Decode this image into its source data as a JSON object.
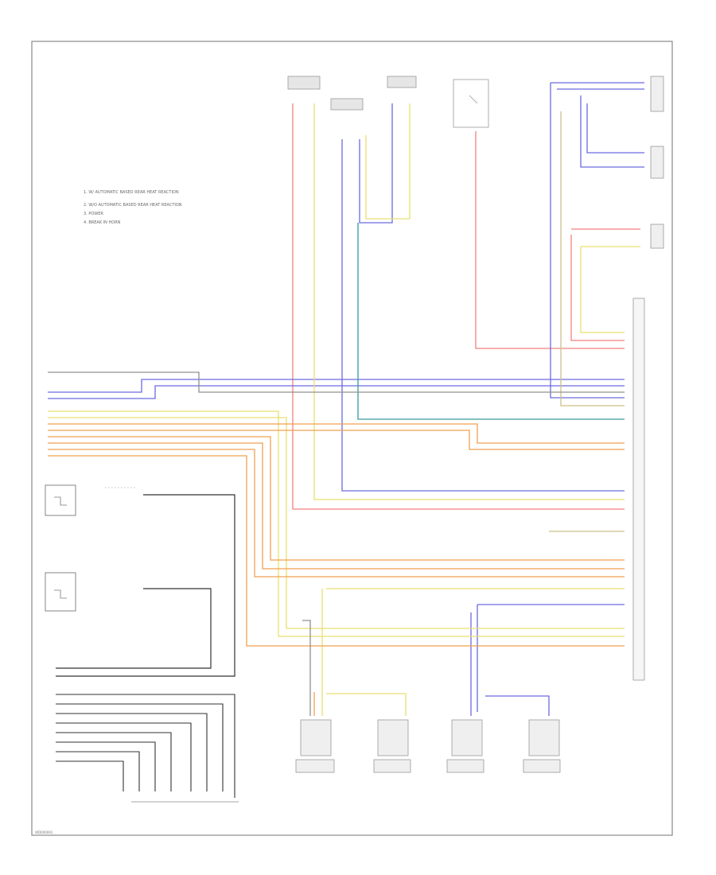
{
  "colors": {
    "red": "#f08080",
    "blue": "#6a6ae0",
    "yellow": "#e8e070",
    "orange": "#f0a050",
    "tan": "#cdbf8a",
    "teal": "#3a9a9a",
    "grey": "#909090",
    "black": "#222222"
  },
  "legend": {
    "items": [
      "1. W/ AUTOMATIC BASED REAR HEAT REACTION",
      "2. W/O AUTOMATIC BASED REAR HEAT REACTION",
      "3. POWER",
      "4. BREAK IN HORN"
    ]
  },
  "footer": {
    "code": "WD000091"
  }
}
